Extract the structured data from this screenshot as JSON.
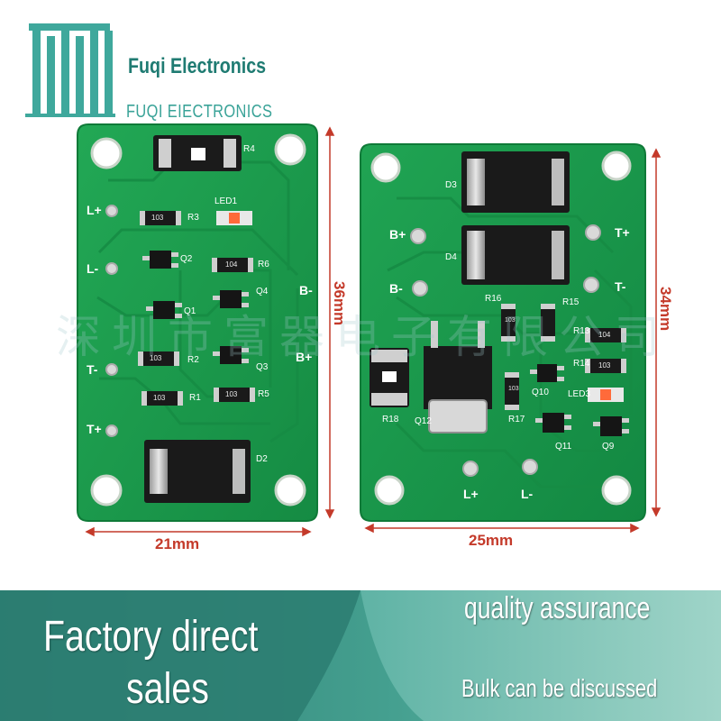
{
  "brand": {
    "name": "Fuqi Electronics",
    "subtitle": "FUQI EIECTRONICS",
    "watermark": "深圳市富器电子有限公司",
    "logo_color": "#3fa89c"
  },
  "dimensions": {
    "left_width": "21mm",
    "left_height": "36mm",
    "right_width": "25mm",
    "right_height": "34mm",
    "color": "#c43a2a"
  },
  "banner": {
    "tagline_line1": "Factory direct",
    "tagline_line2": "sales",
    "quality": "quality assurance",
    "bulk": "Bulk can be discussed",
    "color_dark": "#2d7f73",
    "color_light": "#78c0b4"
  },
  "board_left": {
    "pad_labels": [
      "L+",
      "L-",
      "T-",
      "T+"
    ],
    "components": [
      "R4",
      "LED1",
      "R3",
      "R6",
      "Q2",
      "Q1",
      "Q4",
      "Q3",
      "R2",
      "R1",
      "R5",
      "D2"
    ],
    "markings": [
      "103",
      "104",
      "103",
      "103",
      "103"
    ],
    "side_labels": [
      "B-",
      "B+"
    ]
  },
  "board_right": {
    "pad_labels": [
      "B+",
      "B-",
      "T+",
      "T-",
      "L+",
      "L-"
    ],
    "components": [
      "D3",
      "D4",
      "R16",
      "R15",
      "R13",
      "R14",
      "LED3",
      "R17",
      "Q10",
      "Q12",
      "R18",
      "Q11",
      "Q9"
    ],
    "markings": [
      "103",
      "104",
      "103",
      "103"
    ]
  },
  "pcb_color": "#1c9a4e"
}
